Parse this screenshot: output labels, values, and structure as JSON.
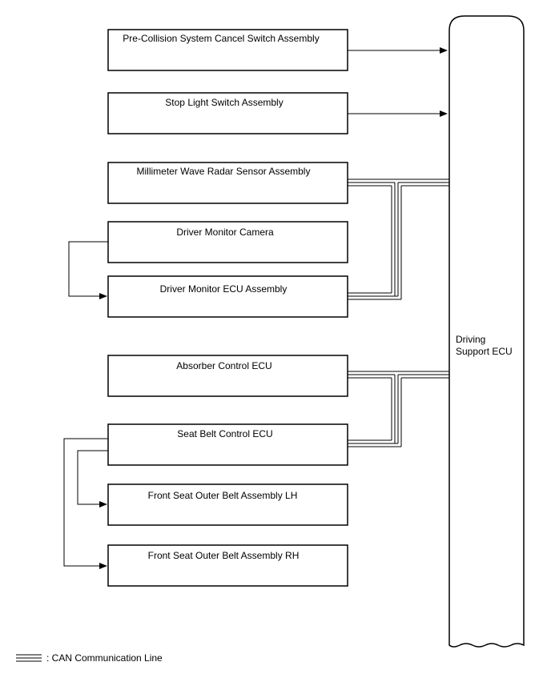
{
  "diagram": {
    "ecu_label_line1": "Driving",
    "ecu_label_line2": "Support ECU",
    "boxes": {
      "pcs_cancel_switch": "Pre-Collision System Cancel Switch Assembly",
      "stop_light_switch": "Stop Light Switch Assembly",
      "mmw_radar": "Millimeter Wave Radar Sensor Assembly",
      "driver_monitor_camera": "Driver Monitor Camera",
      "driver_monitor_ecu": "Driver Monitor ECU Assembly",
      "absorber_control_ecu": "Absorber Control ECU",
      "seat_belt_control_ecu": "Seat Belt Control ECU",
      "front_seat_belt_lh": "Front Seat Outer Belt Assembly LH",
      "front_seat_belt_rh": "Front Seat Outer Belt Assembly RH"
    },
    "legend": {
      "can_line": ": CAN Communication Line"
    }
  }
}
